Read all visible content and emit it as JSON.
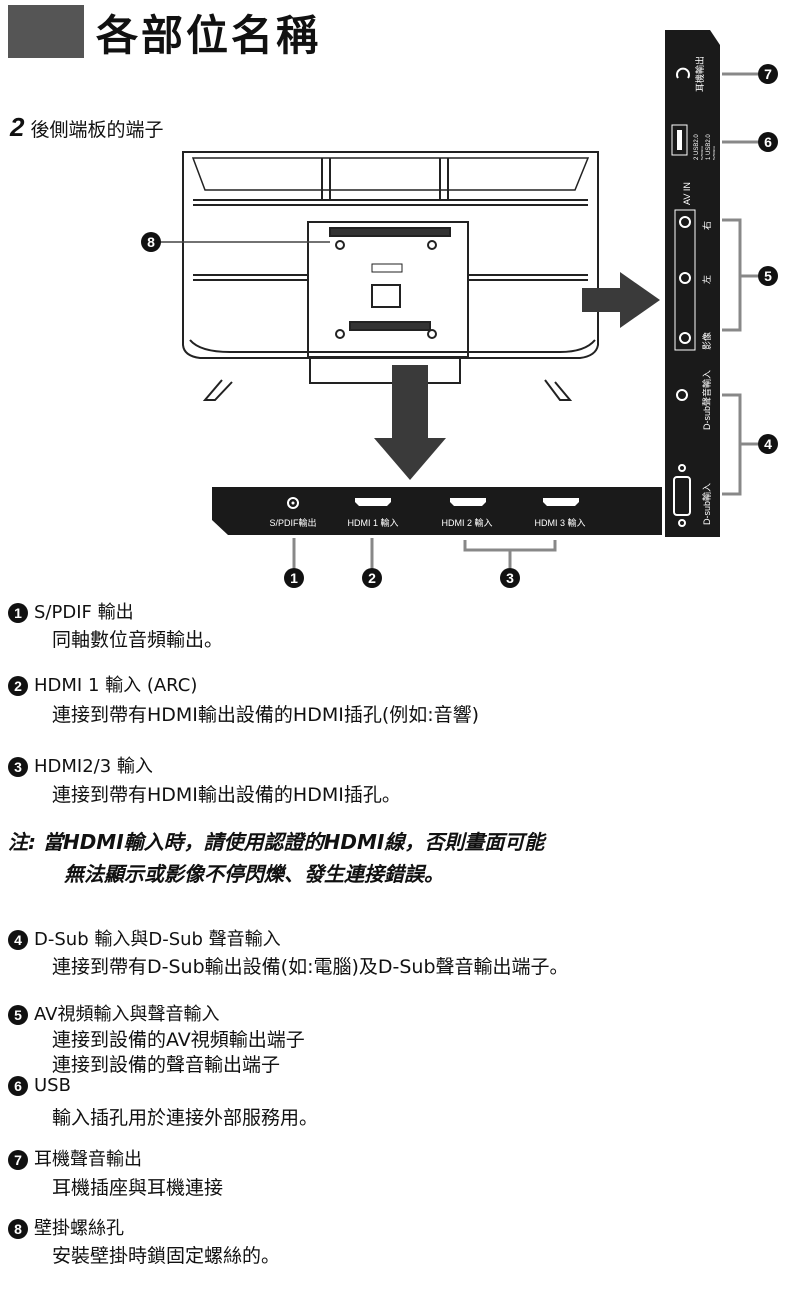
{
  "header": {
    "title": "各部位名稱"
  },
  "section": {
    "number": "2",
    "title": "後側端板的端子"
  },
  "diagram": {
    "bottom_panel": {
      "spdif": "S/PDIF輸出",
      "hdmi1": "HDMI 1 輸入",
      "hdmi2": "HDMI 2 輸入",
      "hdmi3": "HDMI 3 輸入"
    },
    "side_panel": {
      "headphone": "耳機輸出",
      "usb2": "2 USB2.0",
      "usb2_spec": "5V/500mA",
      "usb1": "1 USB2.0",
      "usb1_spec": "5V/500mA",
      "av_in": "AV IN",
      "right": "右",
      "left": "左",
      "video": "影像",
      "dsub_audio": "D-sub聲音輸入",
      "dsub": "D-sub輸入"
    },
    "callouts": [
      "1",
      "2",
      "3",
      "4",
      "5",
      "6",
      "7",
      "8"
    ]
  },
  "items": [
    {
      "n": "1",
      "title": "S/PDIF 輸出",
      "desc": [
        "同軸數位音頻輸出。"
      ]
    },
    {
      "n": "2",
      "title": "HDMI 1 輸入 (ARC)",
      "desc": [
        "連接到帶有HDMI輸出設備的HDMI插孔(例如:音響)"
      ]
    },
    {
      "n": "3",
      "title": "HDMI2/3 輸入",
      "desc": [
        "連接到帶有HDMI輸出設備的HDMI插孔。"
      ]
    },
    {
      "n": "4",
      "title": "D-Sub 輸入與D-Sub 聲音輸入",
      "desc": [
        "連接到帶有D-Sub輸出設備(如:電腦)及D-Sub聲音輸出端子。"
      ]
    },
    {
      "n": "5",
      "title": "AV視頻輸入與聲音輸入",
      "desc": [
        "連接到設備的AV視頻輸出端子",
        "連接到設備的聲音輸出端子"
      ]
    },
    {
      "n": "6",
      "title": "USB",
      "desc": [
        "輸入插孔用於連接外部服務用。"
      ]
    },
    {
      "n": "7",
      "title": "耳機聲音輸出",
      "desc": [
        "耳機插座與耳機連接"
      ]
    },
    {
      "n": "8",
      "title": "壁掛螺絲孔",
      "desc": [
        "安裝壁掛時鎖固定螺絲的。"
      ]
    }
  ],
  "note": {
    "label": "注:",
    "line1": "當HDMI輸入時，請使用認證的HDMI線，否則畫面可能",
    "line2": "無法顯示或影像不停閃爍、發生連接錯誤。"
  }
}
